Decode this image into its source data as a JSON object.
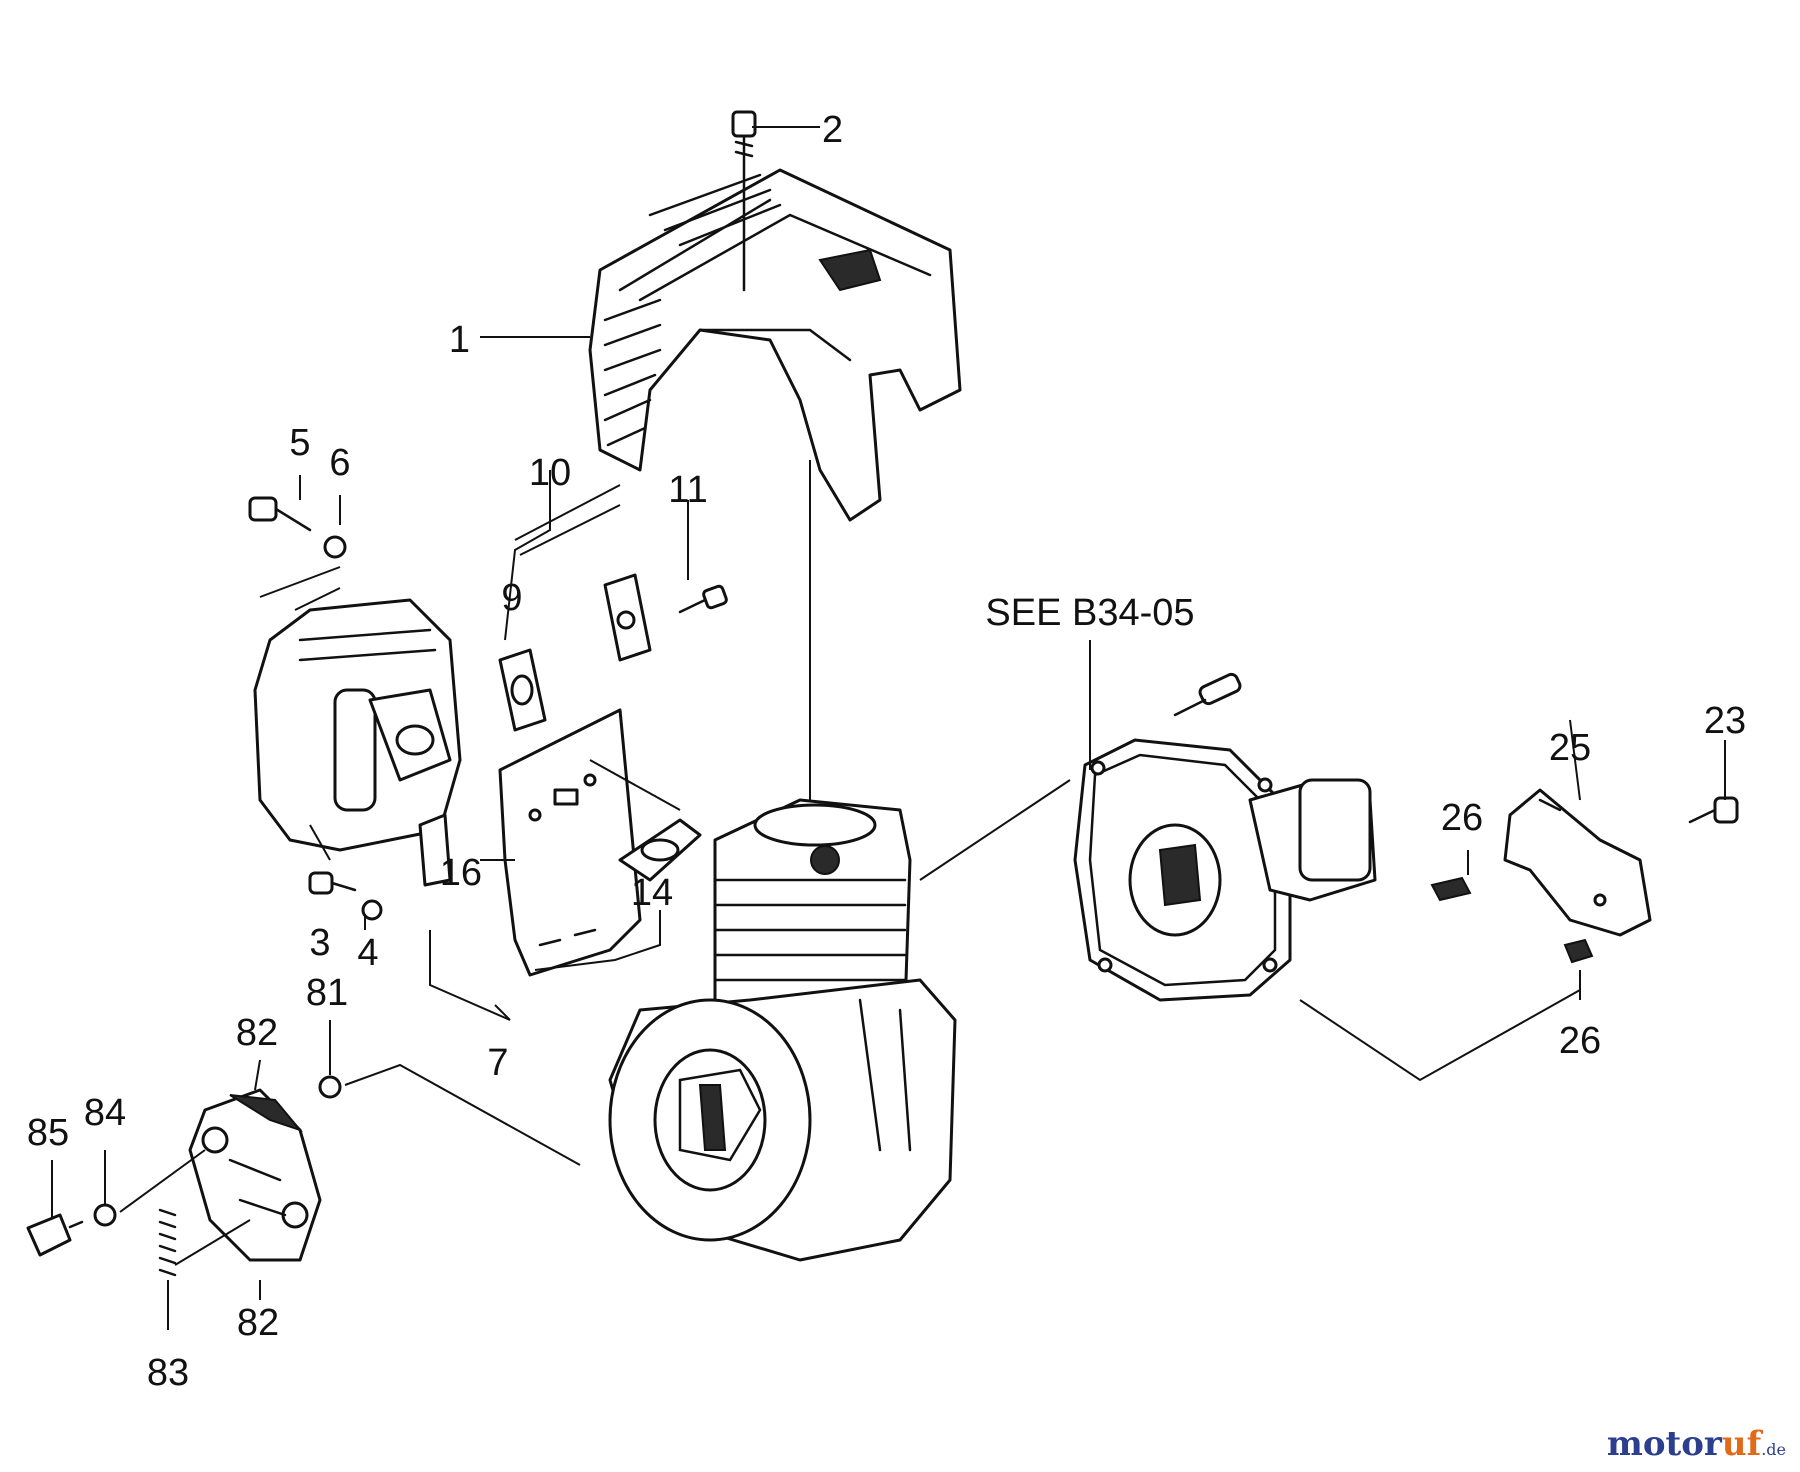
{
  "diagram": {
    "reference_note": "SEE B34-05",
    "callouts": [
      {
        "id": "1",
        "text": "1"
      },
      {
        "id": "2",
        "text": "2"
      },
      {
        "id": "3",
        "text": "3"
      },
      {
        "id": "4",
        "text": "4"
      },
      {
        "id": "5",
        "text": "5"
      },
      {
        "id": "6",
        "text": "6"
      },
      {
        "id": "7",
        "text": "7"
      },
      {
        "id": "9",
        "text": "9"
      },
      {
        "id": "10",
        "text": "10"
      },
      {
        "id": "11",
        "text": "11"
      },
      {
        "id": "14",
        "text": "14"
      },
      {
        "id": "16",
        "text": "16"
      },
      {
        "id": "23",
        "text": "23"
      },
      {
        "id": "25",
        "text": "25"
      },
      {
        "id": "26a",
        "text": "26"
      },
      {
        "id": "26b",
        "text": "26"
      },
      {
        "id": "81",
        "text": "81"
      },
      {
        "id": "82a",
        "text": "82"
      },
      {
        "id": "82b",
        "text": "82"
      },
      {
        "id": "83",
        "text": "83"
      },
      {
        "id": "84",
        "text": "84"
      },
      {
        "id": "85",
        "text": "85"
      }
    ]
  },
  "watermark": {
    "part1": "motoruf",
    "part2": ".de",
    "colors": {
      "primary": "#2b3f8e",
      "accent": "#e06a1a"
    }
  }
}
